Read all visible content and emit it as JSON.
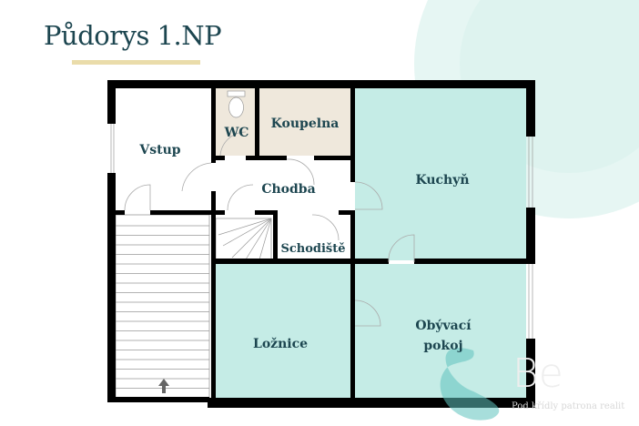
{
  "title": "Půdorys 1.NP",
  "rooms": {
    "vstup": "Vstup",
    "wc": "WC",
    "koupelna": "Koupelna",
    "kuchyn": "Kuchyň",
    "chodba": "Chodba",
    "schodiste": "Schodiště",
    "loznice": "Ložnice",
    "obyvaci_1": "Obývací",
    "obyvaci_2": "pokoj"
  },
  "watermark": {
    "logo": "Be",
    "tagline": "Pod křídly patrona realit"
  },
  "colors": {
    "title": "#1d4650",
    "accent": "#eadcaa",
    "living": "#c5ece6",
    "wet": "#efe8dc",
    "wall": "#000000"
  }
}
